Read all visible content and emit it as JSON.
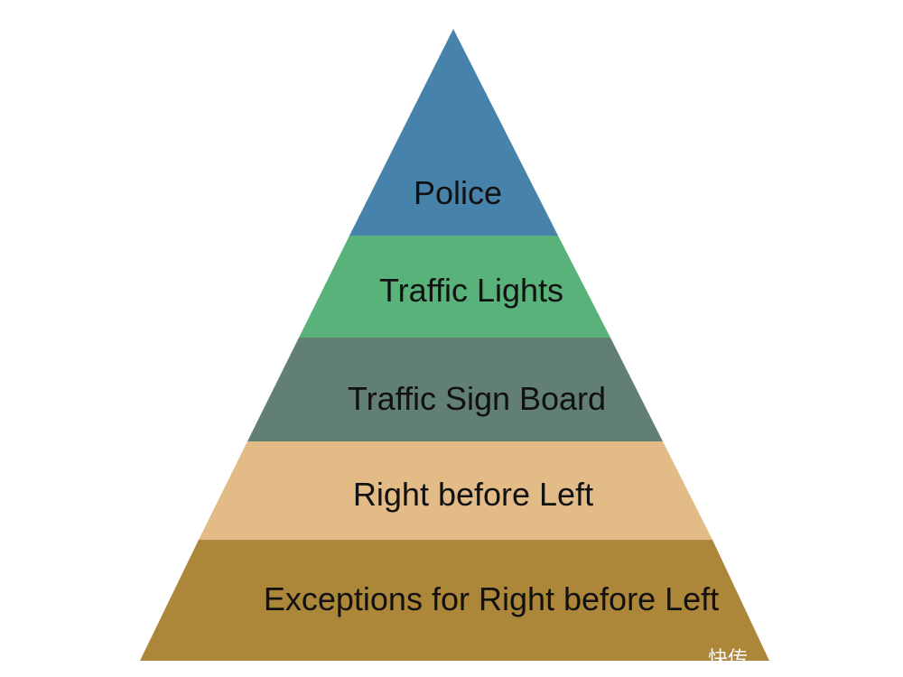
{
  "diagram": {
    "type": "pyramid",
    "levels": [
      {
        "label": "Police",
        "color": "#4682AA"
      },
      {
        "label": "Traffic Lights",
        "color": "#58B27A"
      },
      {
        "label": "Traffic Sign Board",
        "color": "#617F72"
      },
      {
        "label": "Right before Left",
        "color": "#E2BB86"
      },
      {
        "label": "Exceptions for Right before Left",
        "color": "#AD8739"
      }
    ]
  },
  "watermark": {
    "text": "快传"
  }
}
